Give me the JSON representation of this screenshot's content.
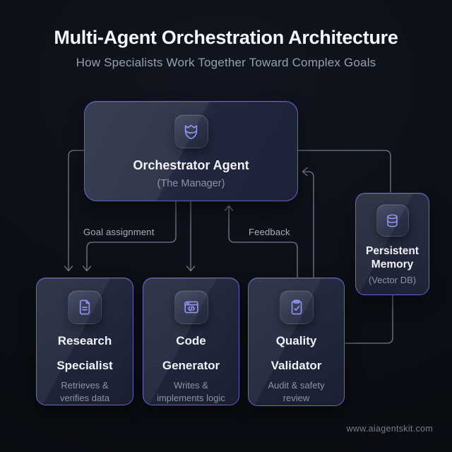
{
  "page": {
    "title": "Multi-Agent Orchestration Architecture",
    "subtitle": "How Specialists Work Together Toward Complex Goals",
    "footer_url": "www.aiagentskit.com"
  },
  "nodes": {
    "orchestrator": {
      "icon": "shield-crown-icon",
      "title": "Orchestrator Agent",
      "subtitle": "(The Manager)"
    },
    "memory": {
      "icon": "database-icon",
      "title_lines": [
        "Persistent",
        "Memory"
      ],
      "subtitle": "(Vector DB)"
    },
    "research": {
      "icon": "document-icon",
      "title_lines": [
        "Research",
        "Specialist"
      ],
      "desc_lines": [
        "Retrieves &",
        "verifies data"
      ]
    },
    "code": {
      "icon": "code-window-icon",
      "title_lines": [
        "Code",
        "Generator"
      ],
      "desc_lines": [
        "Writes &",
        "implements logic"
      ]
    },
    "validator": {
      "icon": "clipboard-check-icon",
      "title_lines": [
        "Quality",
        "Validator"
      ],
      "desc_lines": [
        "Audit & safety",
        "review"
      ]
    }
  },
  "edges": {
    "goal_label": "Goal assignment",
    "feedback_label": "Feedback"
  },
  "colors": {
    "background": "#0c0f16",
    "accent_icon": "#8b90f2",
    "card_border": "#6e62d2",
    "connector": "#8f95a7",
    "title_text": "#f4f6f9",
    "muted_text": "#8d95a5"
  }
}
